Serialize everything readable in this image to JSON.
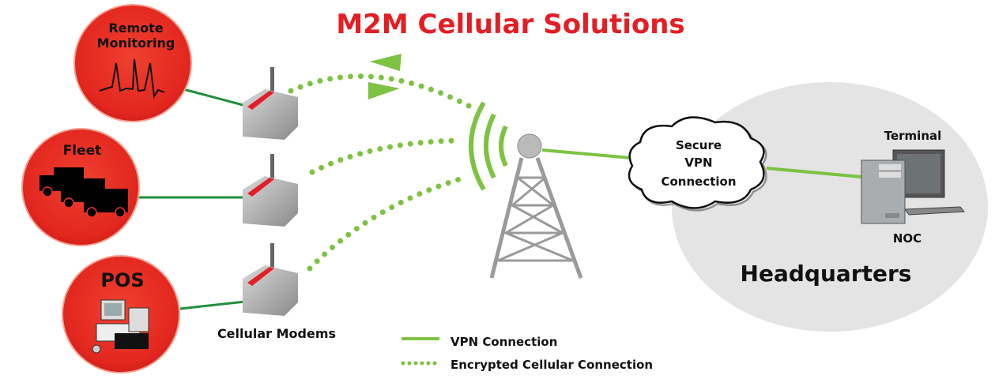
{
  "title": "M2M Cellular Solutions",
  "applications": [
    {
      "label_line1": "Remote",
      "label_line2": "Monitoring",
      "icon": "ecg-waveform-icon"
    },
    {
      "label_line1": "Fleet",
      "icon": "trucks-icon"
    },
    {
      "label_line1": "POS",
      "icon": "cash-register-icon"
    }
  ],
  "modems_label": "Cellular Modems",
  "cloud": {
    "line1": "Secure",
    "line2": "VPN",
    "line3": "Connection"
  },
  "terminal_label": "Terminal",
  "noc_label": "NOC",
  "headquarters_label": "Headquarters",
  "legend": [
    {
      "label": "VPN Connection",
      "style": "solid"
    },
    {
      "label": "Encrypted Cellular Connection",
      "style": "dotted"
    }
  ],
  "colors": {
    "title": "#e31e24",
    "circle": "#e8302a",
    "vpn_line": "#7dc242",
    "app_line": "#1f8f3a",
    "hq": "#e4e4e4"
  }
}
